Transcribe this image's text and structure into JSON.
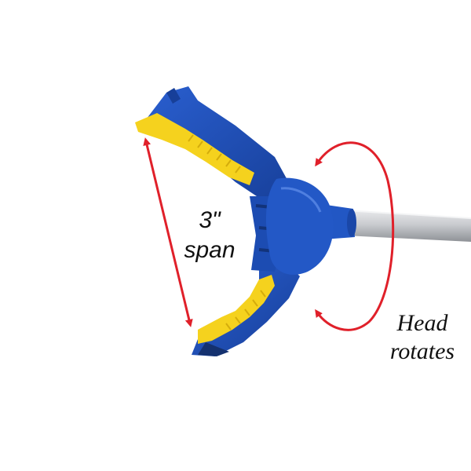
{
  "annotations": {
    "span_measure": "3\"",
    "span_word": "span",
    "rotate_line1": "Head",
    "rotate_line2": "rotates"
  },
  "colors": {
    "claw_blue": "#1f4fb5",
    "claw_blue_dark": "#163a8a",
    "pad_yellow": "#f5d21e",
    "arrow_red": "#e0202a",
    "shaft_gray": "#c9cbcf"
  },
  "icons": {
    "span_arrow": "double-headed-arrow-icon",
    "rotation_arrow": "curved-rotation-arrow-icon"
  }
}
